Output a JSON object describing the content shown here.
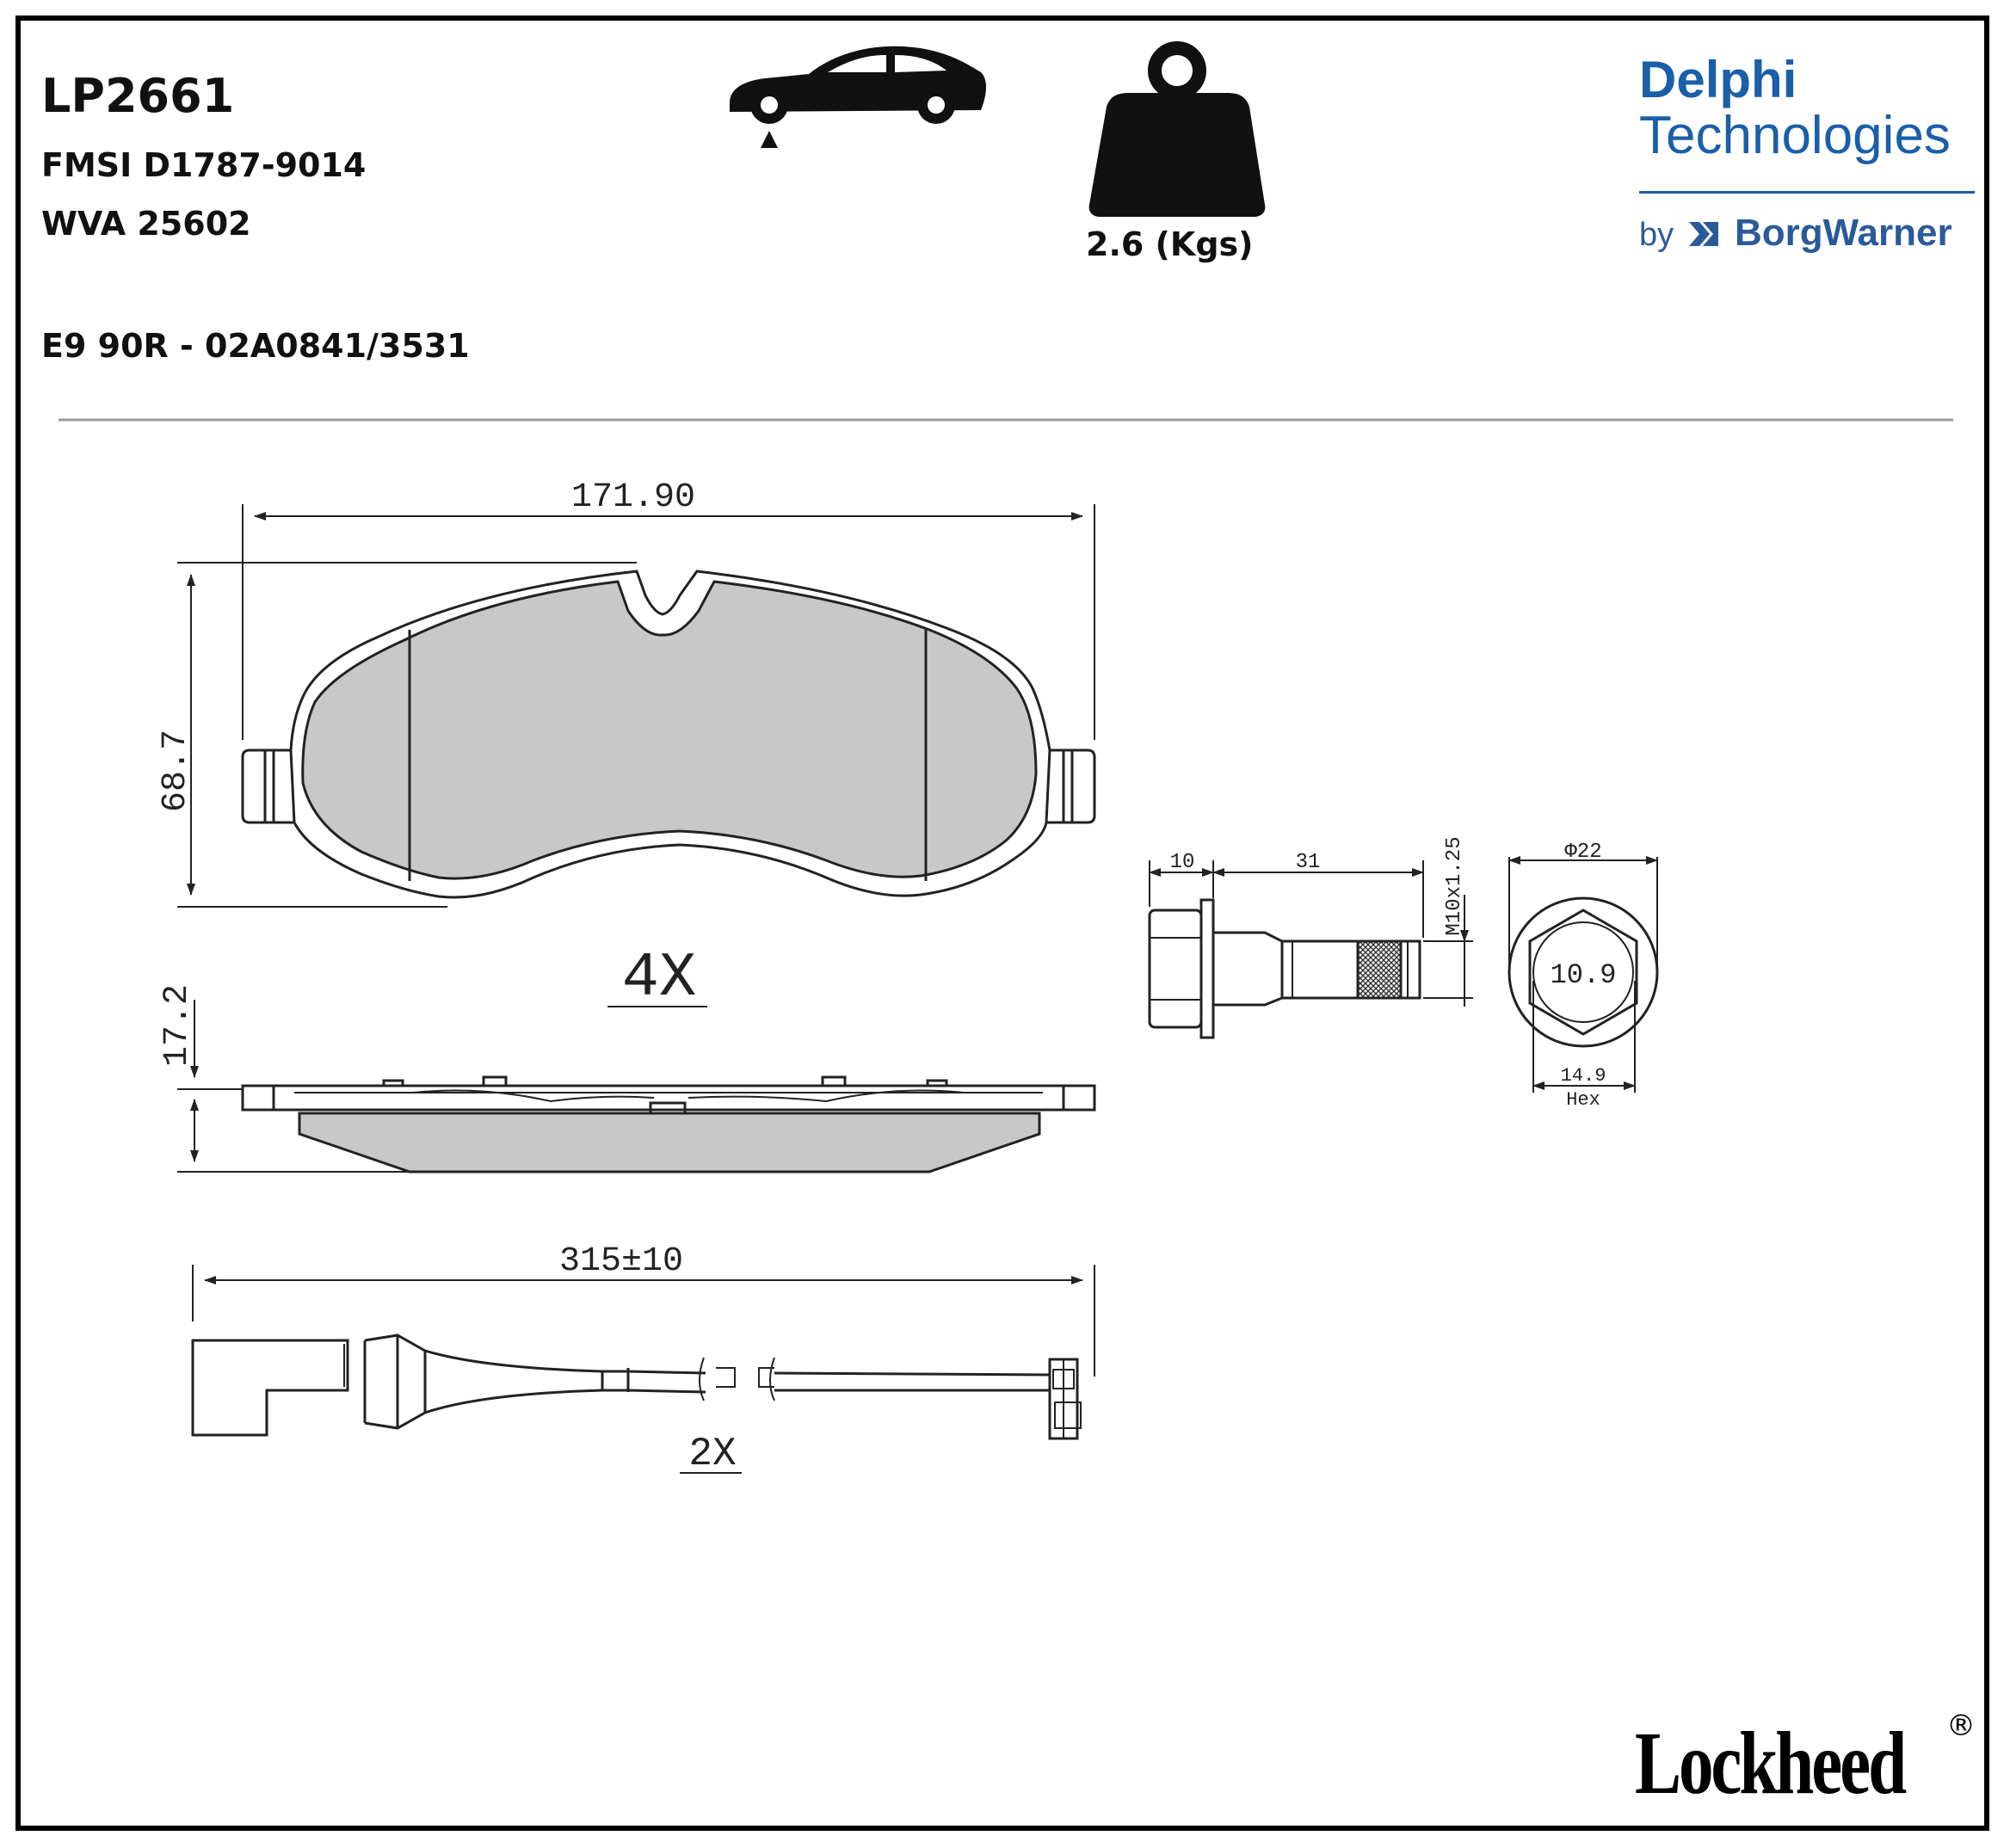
{
  "header": {
    "part_number": "LP2661",
    "fmsi": "FMSI D1787-9014",
    "wva": "WVA 25602",
    "approval": "E9 90R - 02A0841/3531",
    "weight": "2.6 (Kgs)"
  },
  "brand": {
    "delphi": "Delphi",
    "technologies": "Technologies",
    "by": "by",
    "borgwarner": "BorgWarner",
    "lockheed": "Lockheed",
    "registered": "®",
    "color": "#1a5fa8"
  },
  "icons": [
    "car-axle-position-icon",
    "weight-icon",
    "borgwarner-logo-icon"
  ],
  "drawing": {
    "pad_width": "171.90",
    "pad_height": "68.7",
    "pad_thickness": "17.2",
    "pad_quantity": "4X",
    "bolt_head_length": "10",
    "bolt_shank_length": "31",
    "bolt_thread": "M10x1.25",
    "bolt_diameter": "Φ22",
    "bolt_grade": "10.9",
    "bolt_hex_size": "14.9",
    "bolt_hex_label": "Hex",
    "wire_length": "315±10",
    "wire_quantity": "2X"
  },
  "colors": {
    "pad_fill": "#c8c8c8",
    "line": "#222222"
  }
}
